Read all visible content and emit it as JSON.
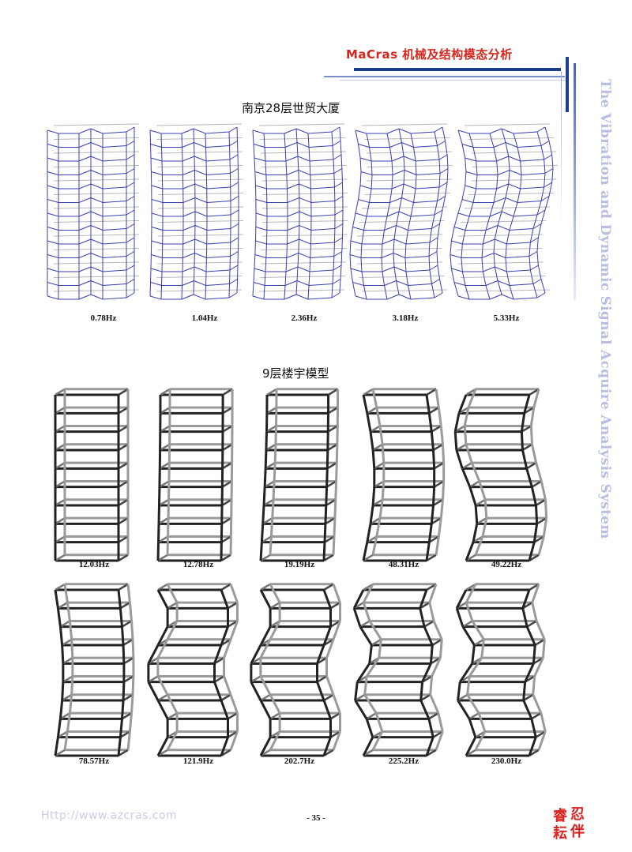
{
  "header": {
    "title": "MaCras 机械及结构模态分析",
    "side_text": "The Vibration and Dynamic Signal Acquire Analysis System"
  },
  "colors": {
    "accent_red": "#d9261c",
    "navy": "#1e3f8f",
    "light_blue": "#b7bde3",
    "wireframe_blue": "#3a3fb3"
  },
  "section1": {
    "title": "南京28层世贸大厦",
    "modes": [
      "0.78Hz",
      "1.04Hz",
      "2.36Hz",
      "3.18Hz",
      "5.33Hz"
    ]
  },
  "section2": {
    "title": "9层楼宇模型",
    "row1": [
      "12.03Hz",
      "12.78Hz",
      "19.19Hz",
      "48.31Hz",
      "49.22Hz"
    ],
    "row2": [
      "78.57Hz",
      "121.9Hz",
      "202.7Hz",
      "225.2Hz",
      "230.0Hz"
    ]
  },
  "footer": {
    "url": "Http://www.azcras.com",
    "page_number": "- 35 -",
    "seal_text": "忍伴睿耘"
  }
}
